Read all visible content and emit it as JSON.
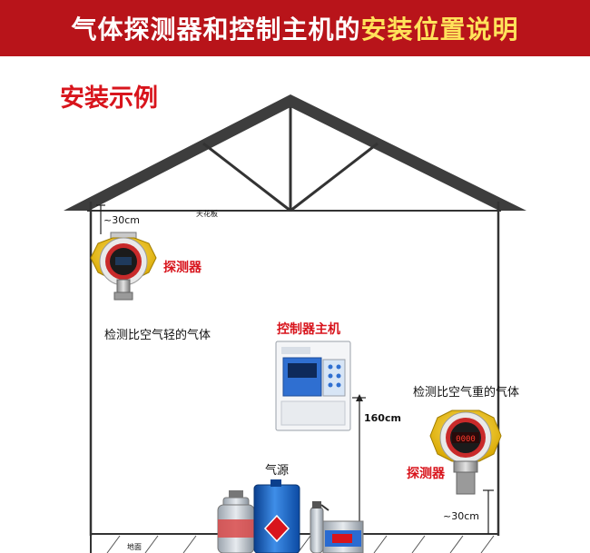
{
  "banner": {
    "title_part1": "气体探测器和控制主机的",
    "title_part2": "安装位置说明",
    "bg_color": "#b8141a",
    "text_color": "#ffffff",
    "highlight_color": "#ffe25a"
  },
  "example_label": "安装示例",
  "ceiling_label": "天花板",
  "detectors": {
    "top": {
      "label": "探测器",
      "clearance": "~30cm",
      "caption": "检测比空气轻的气体"
    },
    "bottom": {
      "label": "探测器",
      "clearance": "~30cm",
      "caption": "检测比空气重的气体",
      "display_value": "0000"
    }
  },
  "controller": {
    "label": "控制器主机",
    "height_label": "160cm"
  },
  "gas_source_label": "气源",
  "floor_label": "地面",
  "colors": {
    "label_red": "#d8141c",
    "device_yellow": "#f2c400",
    "panel_blue": "#2f6fd1"
  }
}
